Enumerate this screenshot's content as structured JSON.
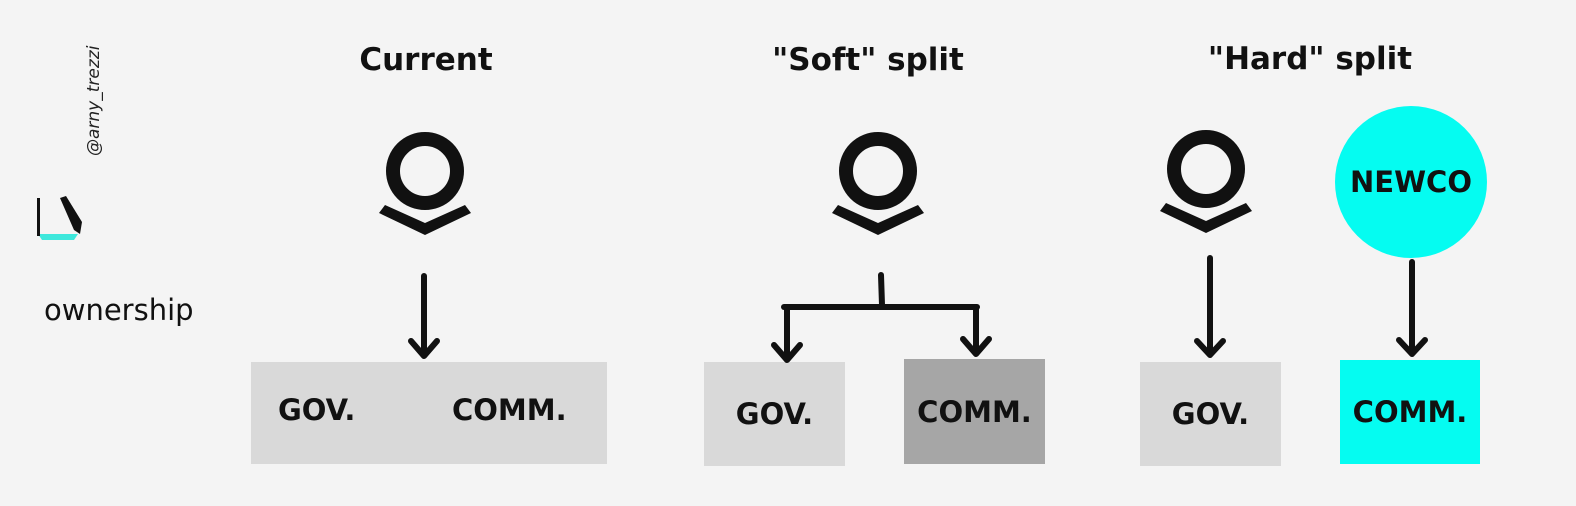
{
  "watermark": {
    "handle": "@arny_trezzi",
    "accent_color": "#3ee8dc"
  },
  "row_label": "ownership",
  "columns": [
    {
      "title": "Current",
      "boxes": [
        "GOV.",
        "COMM."
      ]
    },
    {
      "title": "\"Soft\" split",
      "boxes": [
        "GOV.",
        "COMM."
      ]
    },
    {
      "title": "\"Hard\" split",
      "boxes": [
        "GOV.",
        "COMM."
      ],
      "newco_label": "NEWCO"
    }
  ],
  "colors": {
    "background": "#f4f4f4",
    "light_box": "#d9d9d9",
    "dark_box": "#a6a6a6",
    "cyan": "#05fcf1",
    "ink": "#111111"
  },
  "icons": {
    "owner": "owner-logo-icon",
    "arrow": "arrow-down-icon"
  }
}
